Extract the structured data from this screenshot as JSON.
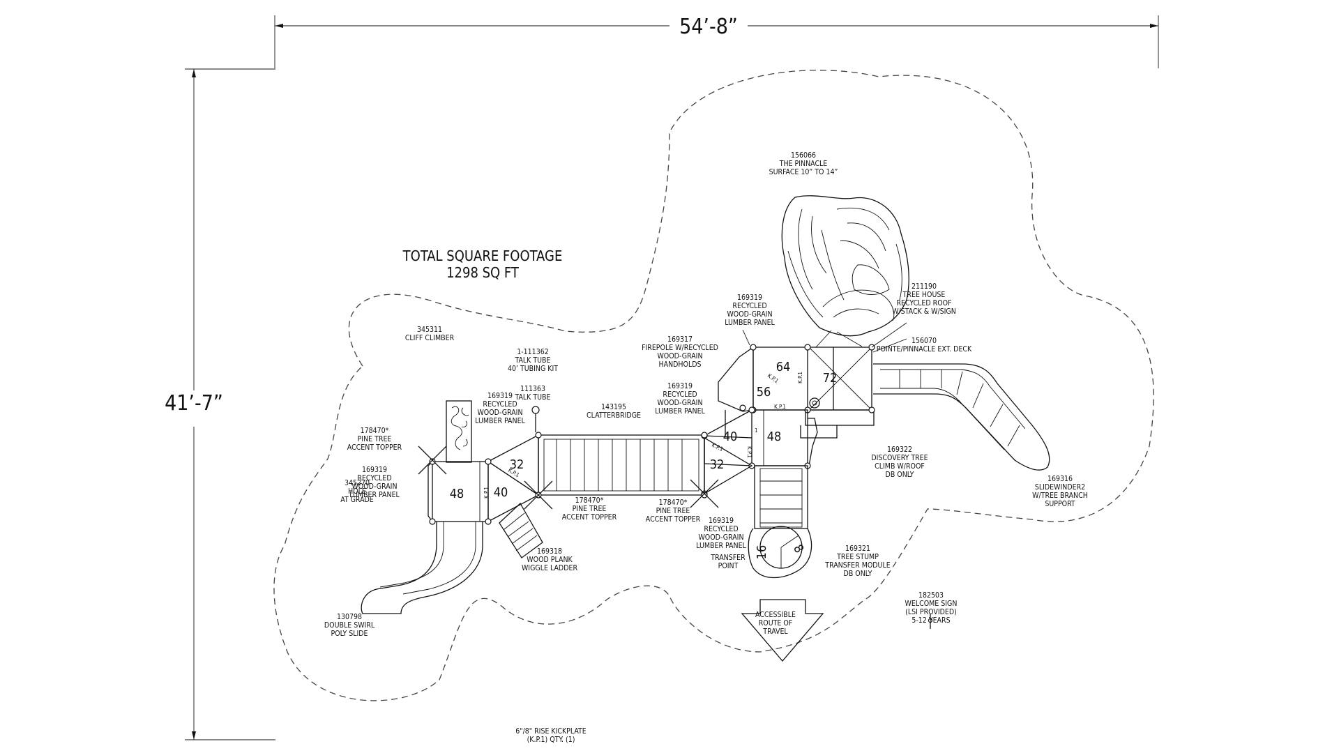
{
  "dimensions": {
    "width": "54’-8”",
    "height": "41’-7”"
  },
  "square_footage": {
    "line1": "TOTAL SQUARE FOOTAGE",
    "line2": "1298 SQ FT"
  },
  "decks": [
    "64",
    "72",
    "56",
    "40",
    "48",
    "32",
    "48",
    "32",
    "40",
    "16",
    "8"
  ],
  "kp_marks": [
    "K.P.1",
    "K.P.1",
    "K.P.1",
    "K.P.1",
    "K.P.1",
    "K.P.1",
    "K.P.1",
    "1"
  ],
  "labels": [
    {
      "lines": [
        "156066",
        "THE PINNACLE",
        "SURFACE 10” TO 14”"
      ]
    },
    {
      "lines": [
        "211190",
        "TREE HOUSE",
        "RECYCLED ROOF",
        "W/STACK & W/SIGN"
      ]
    },
    {
      "lines": [
        "156070",
        "POINTE/PINNACLE EXT. DECK"
      ]
    },
    {
      "lines": [
        "169319",
        "RECYCLED",
        "WOOD-GRAIN",
        "LUMBER PANEL"
      ]
    },
    {
      "lines": [
        "169317",
        "FIREPOLE W/RECYCLED",
        "WOOD-GRAIN",
        "HANDHOLDS"
      ]
    },
    {
      "lines": [
        "169319",
        "RECYCLED",
        "WOOD-GRAIN",
        "LUMBER PANEL"
      ]
    },
    {
      "lines": [
        "345311",
        "CLIFF CLIMBER"
      ]
    },
    {
      "lines": [
        "1-111362",
        "TALK TUBE",
        "40’ TUBING KIT"
      ]
    },
    {
      "lines": [
        "111363",
        "TALK TUBE"
      ]
    },
    {
      "lines": [
        "169319",
        "RECYCLED",
        "WOOD-GRAIN",
        "LUMBER PANEL"
      ]
    },
    {
      "lines": [
        "143195",
        "CLATTERBRIDGE"
      ]
    },
    {
      "lines": [
        "178470*",
        "PINE TREE",
        "ACCENT TOPPER"
      ]
    },
    {
      "lines": [
        "169319",
        "RECYCLED",
        "WOOD-GRAIN",
        "LUMBER PANEL"
      ]
    },
    {
      "lines": [
        "345270",
        "HOLE",
        "AT GRADE"
      ]
    },
    {
      "lines": [
        "178470*",
        "PINE TREE",
        "ACCENT TOPPER"
      ]
    },
    {
      "lines": [
        "178470*",
        "PINE TREE",
        "ACCENT TOPPER"
      ]
    },
    {
      "lines": [
        "169319",
        "RECYCLED",
        "WOOD-GRAIN",
        "LUMBER PANEL"
      ]
    },
    {
      "lines": [
        "169322",
        "DISCOVERY TREE",
        "CLIMB W/ROOF",
        "DB ONLY"
      ]
    },
    {
      "lines": [
        "169316",
        "SLIDEWINDER2",
        "W/TREE BRANCH",
        "SUPPORT"
      ]
    },
    {
      "lines": [
        "169318",
        "WOOD PLANK",
        "WIGGLE LADDER"
      ]
    },
    {
      "lines": [
        "TRANSFER",
        "POINT"
      ]
    },
    {
      "lines": [
        "169321",
        "TREE STUMP",
        "TRANSFER MODULE",
        "DB ONLY"
      ]
    },
    {
      "lines": [
        "182503",
        "WELCOME SIGN",
        "(LSI PROVIDED)",
        "5-12 YEARS"
      ]
    },
    {
      "lines": [
        "130798",
        "DOUBLE SWIRL",
        "POLY SLIDE"
      ]
    },
    {
      "lines": [
        "ACCESSIBLE",
        "ROUTE OF",
        "TRAVEL"
      ]
    },
    {
      "lines": [
        "6\"/8\" RISE KICKPLATE",
        "(K.P.1) QTY. (1)"
      ]
    }
  ]
}
